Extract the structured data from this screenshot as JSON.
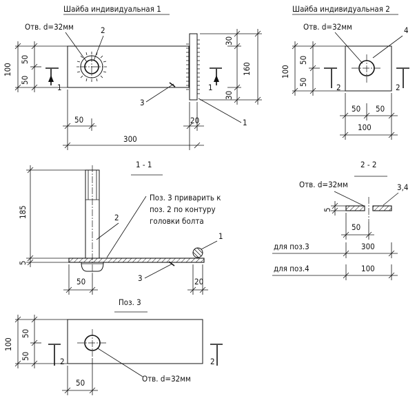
{
  "titles": {
    "washer1": "Шайба индивидуальная 1",
    "washer2": "Шайба индивидуальная 2",
    "section11": "1 - 1",
    "section22": "2 - 2",
    "pos3": "Поз. 3"
  },
  "hole_note": "Отв. d=32мм",
  "weld_note": {
    "line1": "Поз. 3 приварить к",
    "line2": "поз. 2 по контуру",
    "line3": "головки болта"
  },
  "positions": {
    "p1": "1",
    "p2": "2",
    "p3": "3",
    "p4": "4",
    "p34": "3,4"
  },
  "section_marks": {
    "s1": "1",
    "s2": "2"
  },
  "dims": {
    "d50": "50",
    "d100": "100",
    "d300": "300",
    "d20": "20",
    "d30": "30",
    "d160": "160",
    "d185": "185",
    "d5": "5"
  },
  "table_22": {
    "label_pos3": "для поз.3",
    "value_pos3": "300",
    "label_pos4": "для поз.4",
    "value_pos4": "100"
  }
}
